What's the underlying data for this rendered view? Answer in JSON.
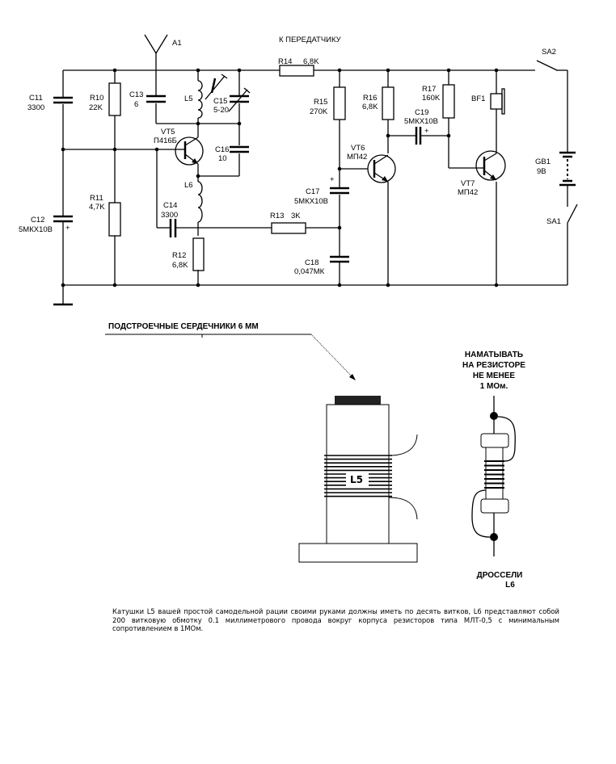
{
  "schematic": {
    "antenna": {
      "ref": "A1"
    },
    "top_label": "К ПЕРЕДАТЧИКУ",
    "components": {
      "C11": {
        "ref": "C11",
        "value": "3300"
      },
      "C12": {
        "ref": "C12",
        "value": "5МКХ10В",
        "polarity": "+"
      },
      "R10": {
        "ref": "R10",
        "value": "22K"
      },
      "R11": {
        "ref": "R11",
        "value": "4,7K"
      },
      "C13": {
        "ref": "C13",
        "value": "6"
      },
      "L5": {
        "ref": "L5"
      },
      "C15": {
        "ref": "C15",
        "value": "5-20"
      },
      "VT5": {
        "ref": "VT5",
        "value": "П416Б"
      },
      "C16": {
        "ref": "C16",
        "value": "10"
      },
      "L6": {
        "ref": "L6"
      },
      "C14": {
        "ref": "C14",
        "value": "3300"
      },
      "R12": {
        "ref": "R12",
        "value": "6,8K"
      },
      "R13": {
        "ref": "R13",
        "value": "3K"
      },
      "R14": {
        "ref": "R14",
        "value": "6,8K"
      },
      "R15": {
        "ref": "R15",
        "value": "270K"
      },
      "C17": {
        "ref": "C17",
        "value": "5МКХ10В",
        "polarity": "+"
      },
      "C18": {
        "ref": "C18",
        "value": "0,047МК"
      },
      "VT6": {
        "ref": "VT6",
        "value": "МП42"
      },
      "R16": {
        "ref": "R16",
        "value": "6,8K"
      },
      "C19": {
        "ref": "C19",
        "value": "5МКХ10В",
        "polarity": "+"
      },
      "R17": {
        "ref": "R17",
        "value": "160K"
      },
      "VT7": {
        "ref": "VT7",
        "value": "МП42"
      },
      "BF1": {
        "ref": "BF1"
      },
      "GB1": {
        "ref": "GB1",
        "value": "9В"
      },
      "SA1": {
        "ref": "SA1"
      },
      "SA2": {
        "ref": "SA2"
      }
    }
  },
  "coil_drawing": {
    "callout": "ПОДСТРОЕЧНЫЕ   СЕРДЕЧНИКИ   6  ММ",
    "coil_label": "L5"
  },
  "choke_drawing": {
    "instruction_lines": [
      "НАМАТЫВАТЬ",
      "НА РЕЗИСТОРЕ",
      "НЕ    МЕНЕЕ",
      "1 МОм."
    ],
    "caption_lines": [
      "ДРОССЕЛИ",
      "L6"
    ]
  },
  "description": "Катушки L5  вашей простой самодельной рации своими руками должны иметь по десять витков, L6 представляют собой 200 витковую обмотку 0.1 миллиметрового провода вокруг корпуса резисторов типа МЛТ-0,5 с минимальным сопротивлением в 1МОм."
}
